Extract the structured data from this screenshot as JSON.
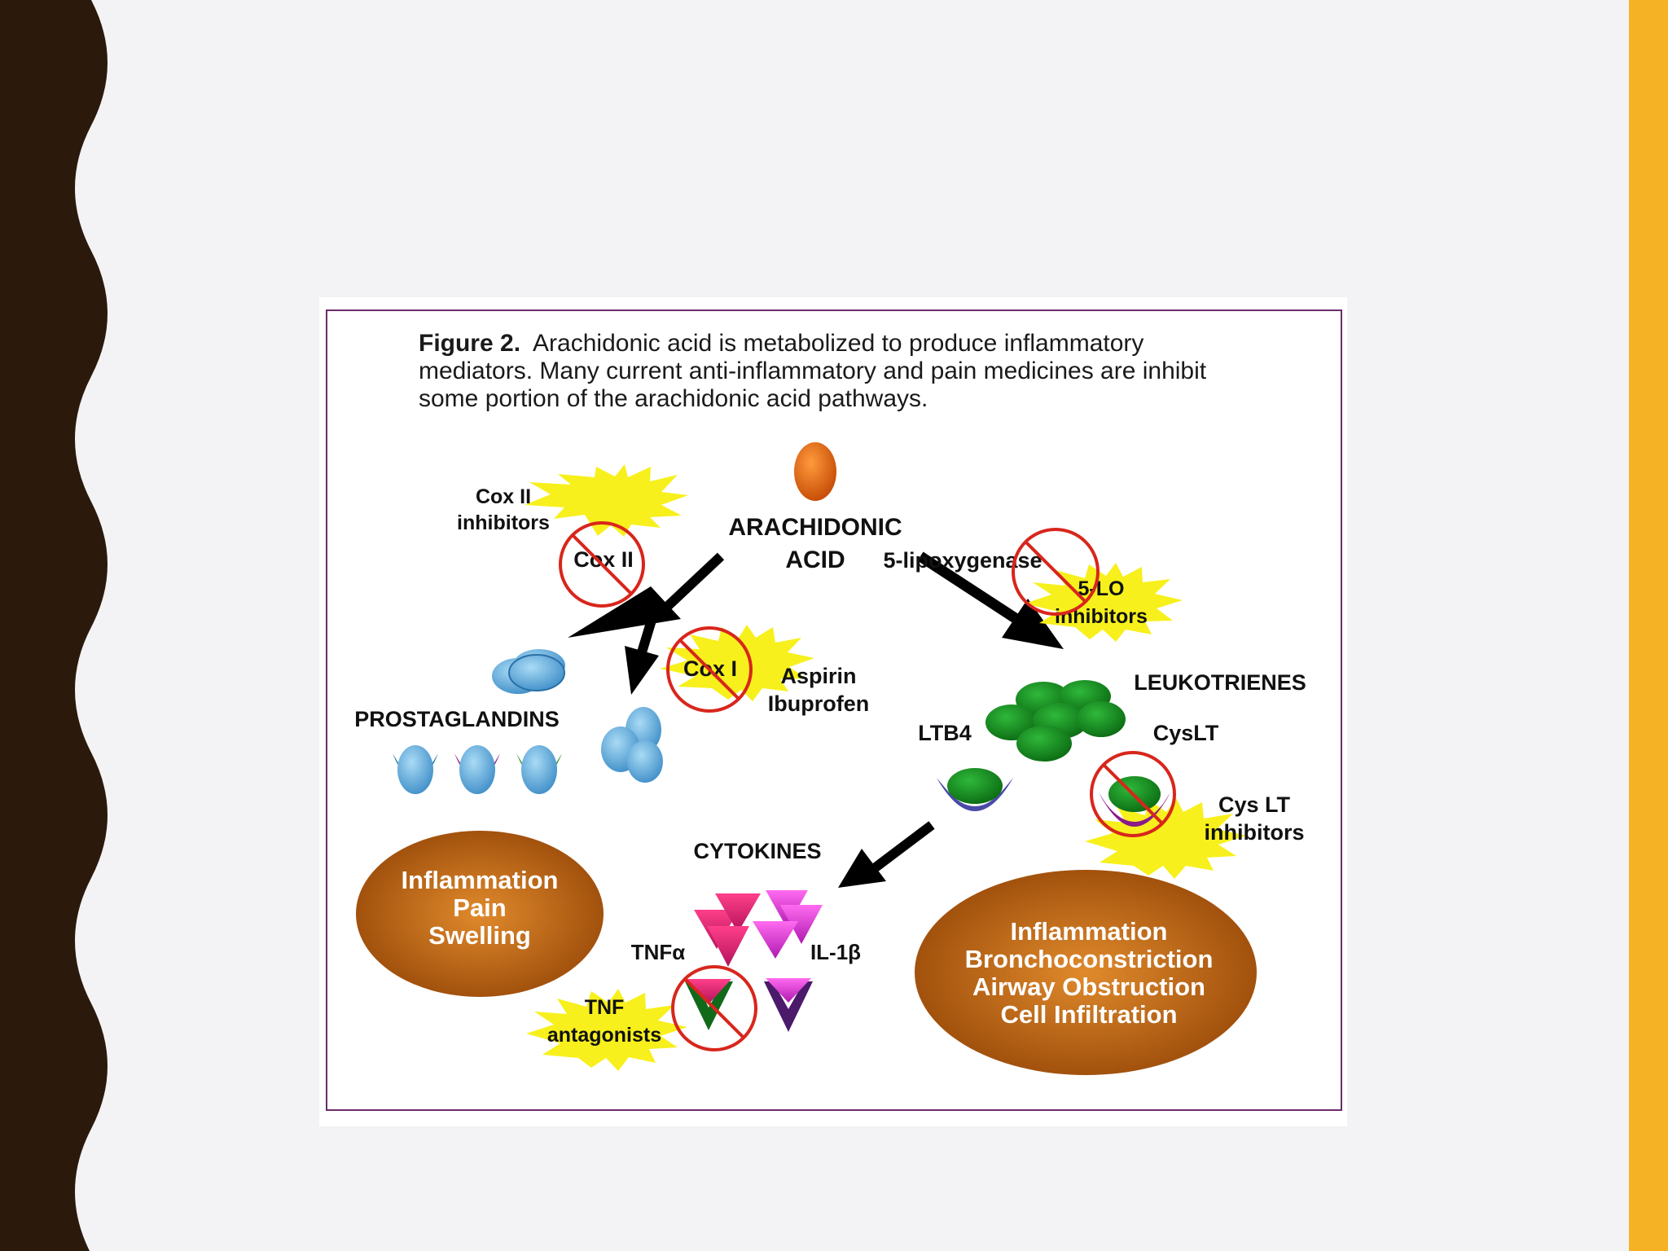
{
  "colors": {
    "background": "#f3f3f5",
    "left_border": "#2b1a0c",
    "accent_bar": "#f4b224",
    "frame_border": "#6b2c6b",
    "burst_yellow": "#f7f01c",
    "oval_brown": "#a8540e",
    "inhibit_red": "#d8261c"
  },
  "figure": {
    "caption_label": "Figure 2.",
    "caption_text": "Arachidonic acid is metabolized to produce inflammatory mediators.  Many current anti-inflammatory and pain medicines are inhibit some portion of the arachidonic acid pathways."
  },
  "diagram": {
    "source": {
      "line1": "ARACHIDONIC",
      "line2": "ACID"
    },
    "enzymes": {
      "cox2": "Cox II",
      "cox1": "Cox I",
      "lipoxygenase": "5-lipoxygenase"
    },
    "inhibitor_bursts": {
      "cox2": {
        "line1": "Cox II",
        "line2": "inhibitors"
      },
      "aspirin": {
        "line1": "Aspirin",
        "line2": "Ibuprofen"
      },
      "lo5": {
        "line1": "5-LO",
        "line2": "inhibitors"
      },
      "cyslt": {
        "line1": "Cys LT",
        "line2": "inhibitors"
      },
      "tnf": {
        "line1": "TNF",
        "line2": "antagonists"
      }
    },
    "groups": {
      "prostaglandins": "PROSTAGLANDINS",
      "leukotrienes": "LEUKOTRIENES",
      "ltb4": "LTB4",
      "cyslt": "CysLT",
      "cytokines": "CYTOKINES",
      "tnfa": "TNFα",
      "il1b": "IL-1β"
    },
    "outcomes": {
      "left": {
        "line1": "Inflammation",
        "line2": "Pain",
        "line3": "Swelling"
      },
      "right": {
        "line1": "Inflammation",
        "line2": "Bronchoconstriction",
        "line3": "Airway Obstruction",
        "line4": "Cell Infiltration"
      }
    }
  }
}
